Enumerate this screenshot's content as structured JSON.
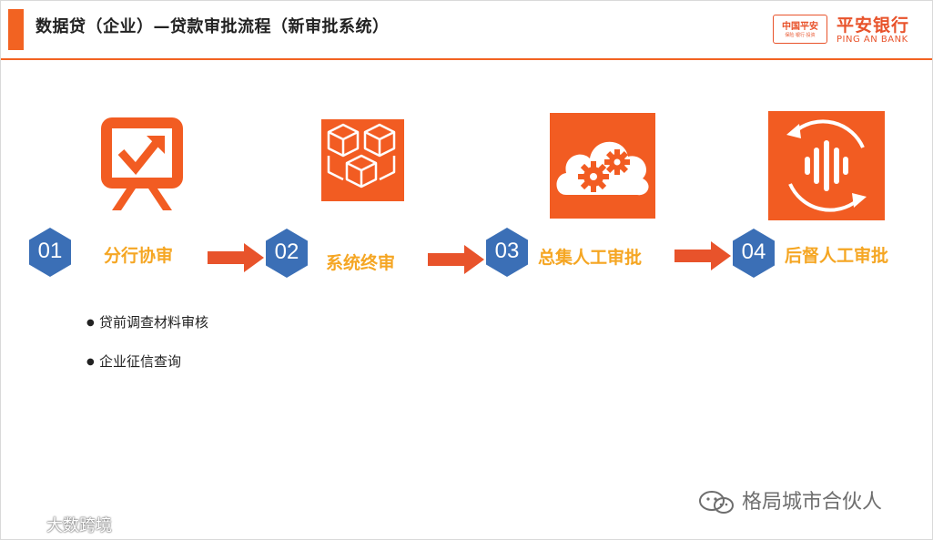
{
  "header": {
    "title": "数据贷（企业）—贷款审批流程（新审批系统）",
    "logo": {
      "box_text": "中国平安",
      "box_subtext": "保险·银行·投资",
      "name_cn": "平安银行",
      "name_en": "PING AN BANK"
    }
  },
  "steps": [
    {
      "number": "01",
      "label": "分行协审",
      "icon": "presentation-chart-icon"
    },
    {
      "number": "02",
      "label": "系统终审",
      "icon": "stacked-cubes-icon"
    },
    {
      "number": "03",
      "label": "总集人工审批",
      "icon": "cloud-gears-icon"
    },
    {
      "number": "04",
      "label": "后督人工审批",
      "icon": "sync-equalizer-icon"
    }
  ],
  "bullets": [
    "贷前调查材料审核",
    "企业征信查询"
  ],
  "watermarks": {
    "right": "格局城市合伙人",
    "left": "大数跨境"
  },
  "colors": {
    "accent": "#f26322",
    "hex_blue": "#3b6fb6",
    "label_yellow": "#f5a623",
    "icon_orange": "#f25c22"
  }
}
